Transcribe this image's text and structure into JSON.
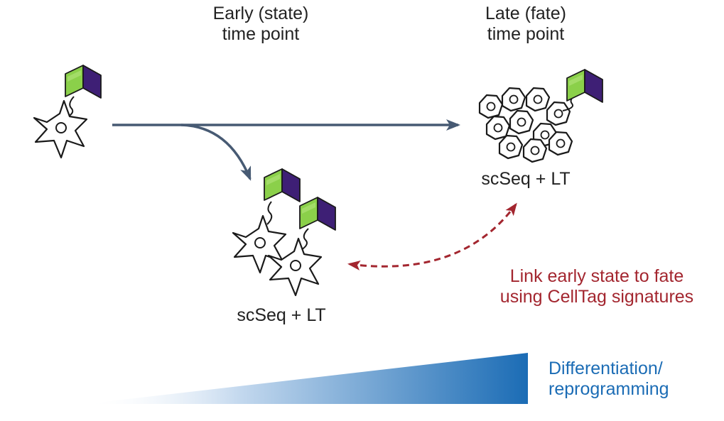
{
  "header": {
    "early_line1": "Early (state)",
    "early_line2": "time point",
    "late_line1": "Late (fate)",
    "late_line2": "time point"
  },
  "late_label": "scSeq + LT",
  "early_label": "scSeq + LT",
  "link_label": {
    "line1": "Link early state to fate",
    "line2": "using CellTag signatures"
  },
  "gradient_label": {
    "line1": "Differentiation/",
    "line2": "reprogramming"
  },
  "colors": {
    "text": "#222222",
    "arrow": "#475a73",
    "link": "#a3262f",
    "gradient": "#1b6cb5",
    "tag_green": "#8bd04a",
    "tag_purple": "#3e1f75"
  },
  "icons": [
    "cell-tag-icon",
    "cell-icon",
    "cell-colony-icon"
  ]
}
